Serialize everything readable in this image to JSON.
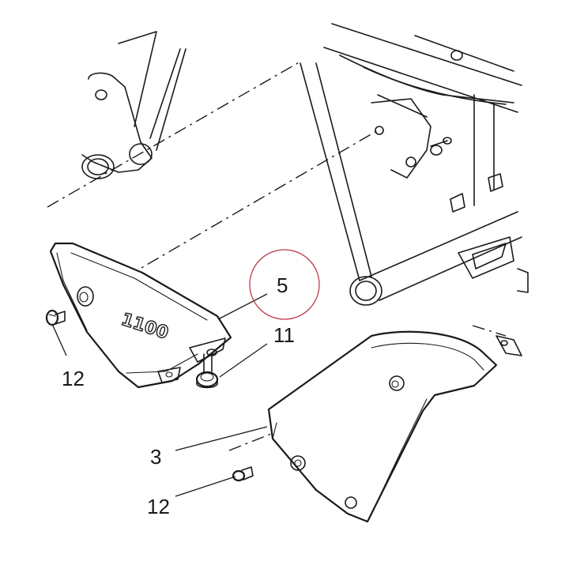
{
  "callouts": {
    "c5": "5",
    "c11": "11",
    "c12_left": "12",
    "c3": "3",
    "c12_bottom": "12"
  },
  "emboss_text": "1100",
  "highlight_color": "#c0394a"
}
